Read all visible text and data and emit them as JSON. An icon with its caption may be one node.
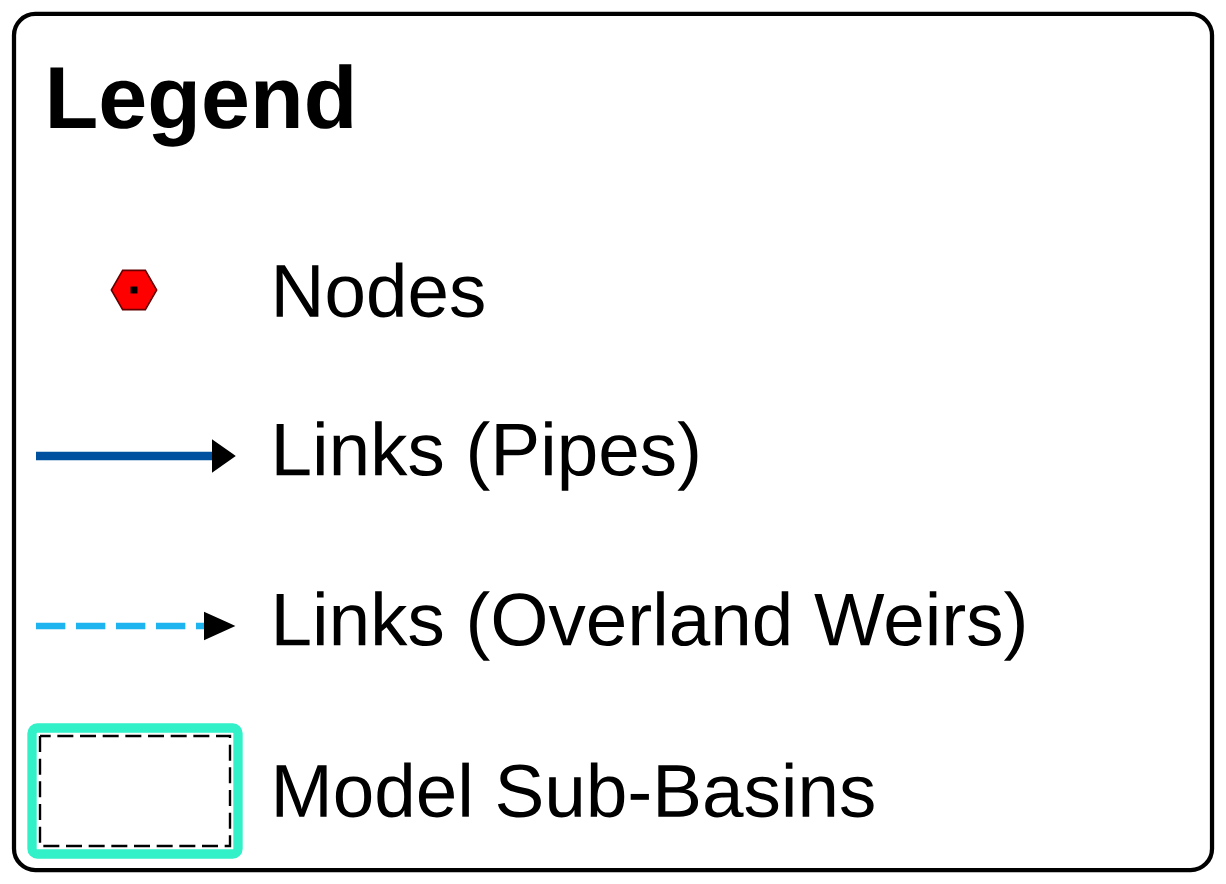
{
  "diagram": {
    "title": "Legend",
    "legend": [
      {
        "text": "Nodes"
      },
      {
        "text": "Links (Pipes)"
      },
      {
        "text": "Links (Overland Weirs)"
      },
      {
        "text": "Model Sub-Basins"
      }
    ]
  }
}
